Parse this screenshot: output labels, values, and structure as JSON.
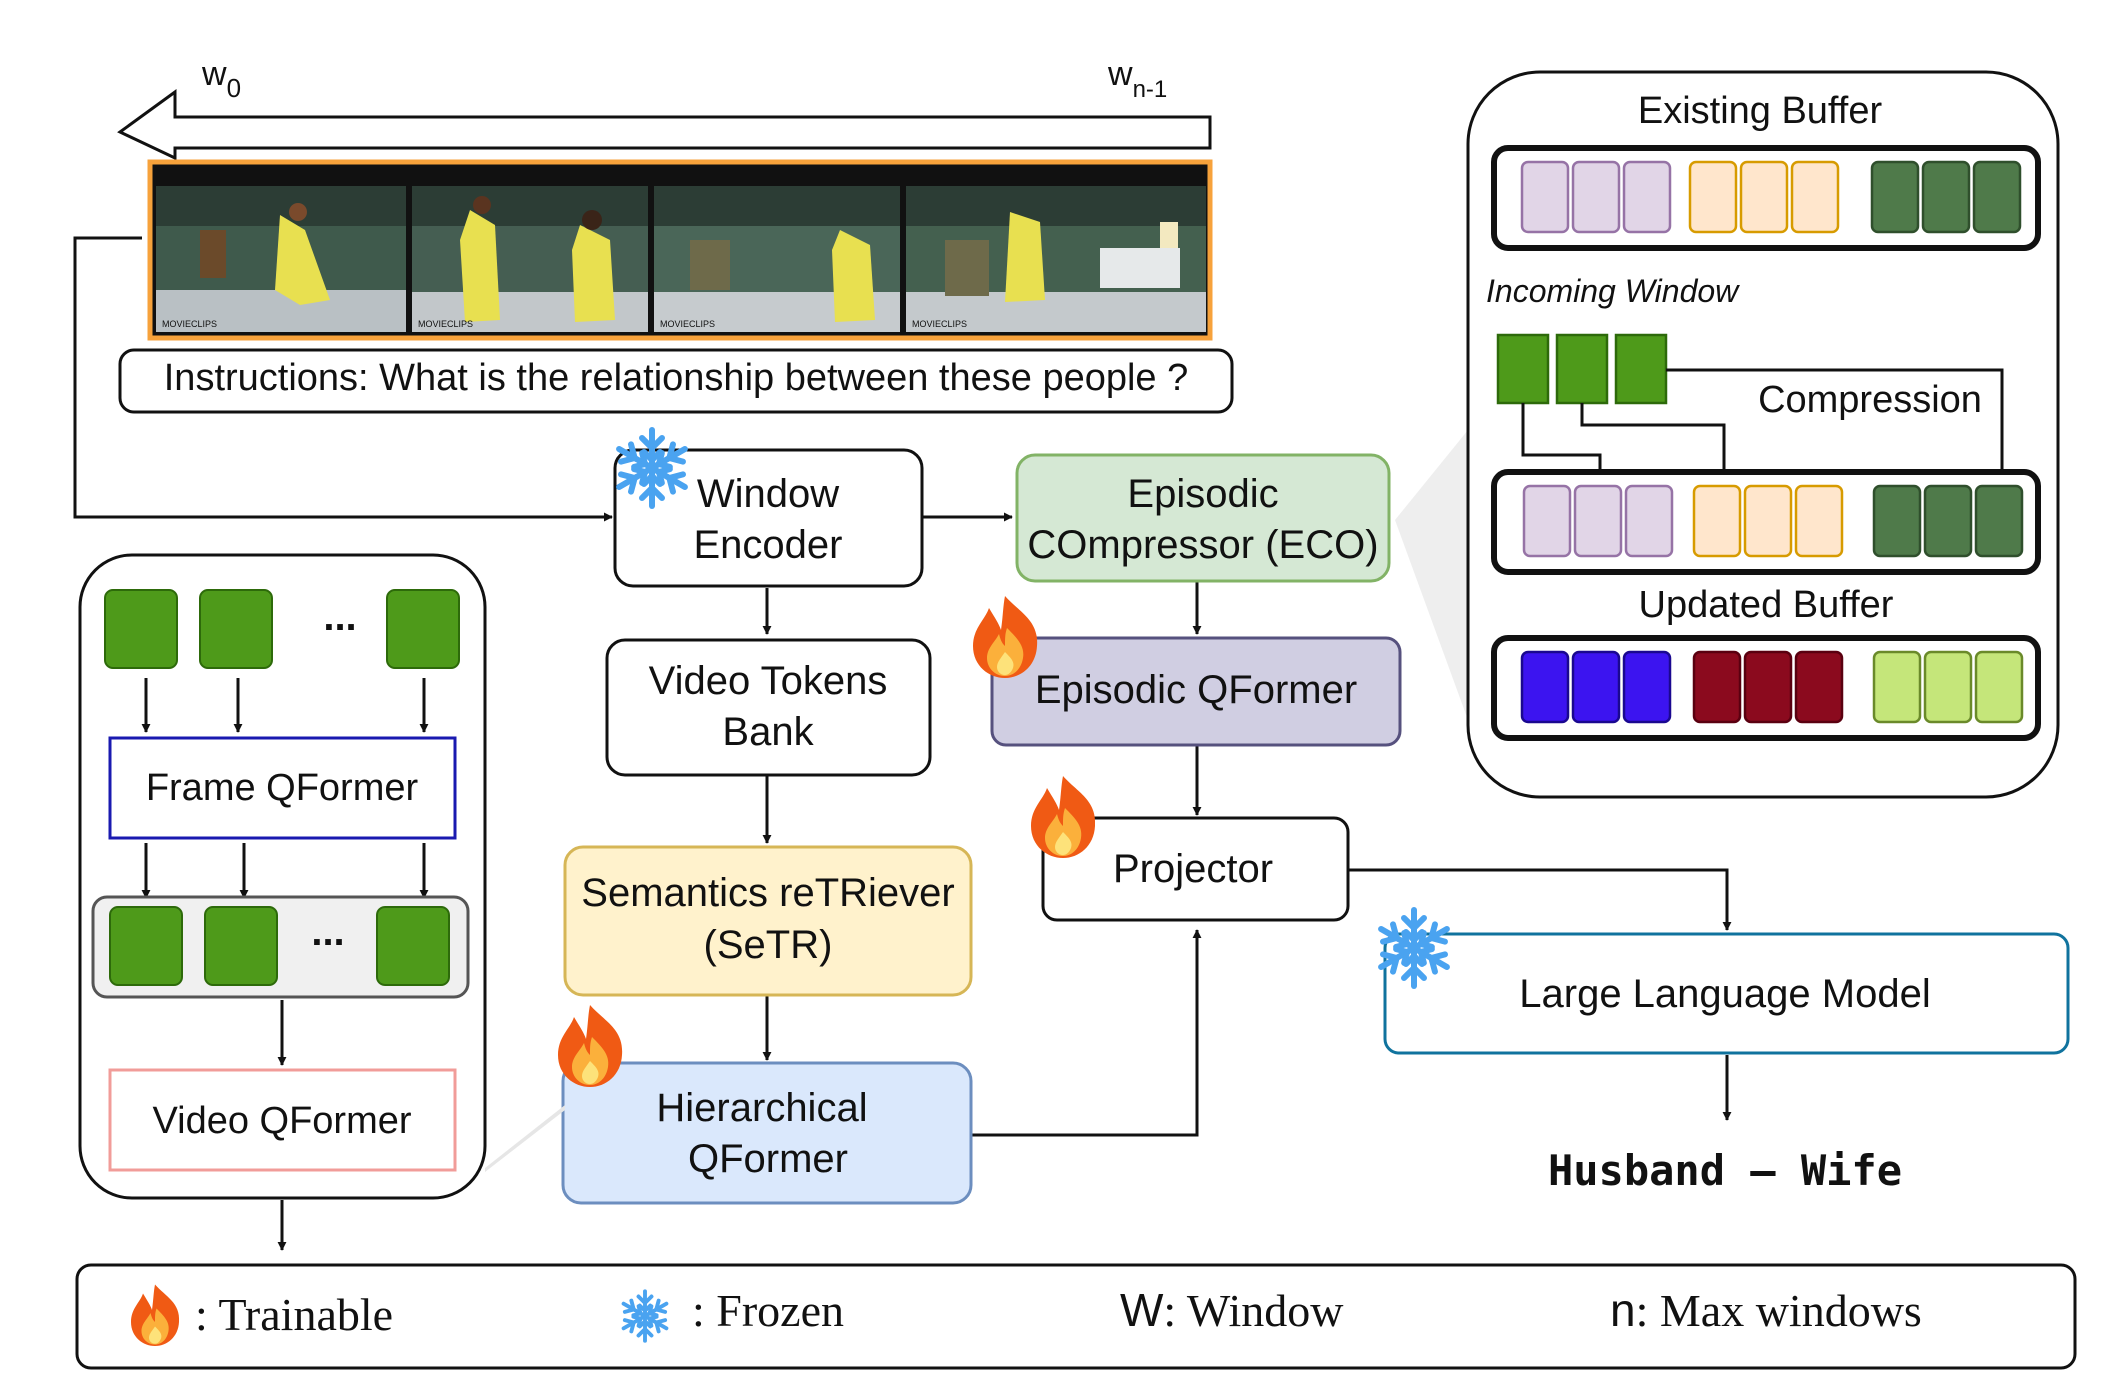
{
  "colors": {
    "frame_border": "#f7a23b",
    "green_token": "#4e9a1a",
    "purple_light": "#e1d5e7",
    "purple_light_border": "#9673a6",
    "orange_light": "#ffe6cc",
    "orange_light_border": "#d79b00",
    "dark_green": "#4f7a4a",
    "blue_vivid": "#3c14f0",
    "dark_red": "#8b0a1e",
    "lime": "#c5e67a",
    "eco_fill": "#d5e8d4",
    "eco_border": "#82b366",
    "episodic_qformer_fill": "#d0cee2",
    "episodic_qformer_border": "#56517e",
    "setr_fill": "#fff2cc",
    "setr_border": "#d6b656",
    "hier_fill": "#dae8fc",
    "hier_border": "#6c8ebf",
    "llm_border": "#10739e",
    "frame_qformer_border": "#1a1ab0",
    "video_qformer_border": "#f19c99",
    "snowflake": "#4aa3f0",
    "fire": "#f05a14"
  },
  "window_labels": {
    "w0_main": "w",
    "w0_sub": "0",
    "wn_main": "w",
    "wn_sub": "n-1"
  },
  "video_frames": {
    "watermark": "MOVIECLIPS"
  },
  "instructions": "Instructions: What is the relationship between these people ?",
  "blocks": {
    "window_encoder": [
      "Window",
      "Encoder"
    ],
    "eco": [
      "Episodic",
      "COmpressor (ECO)"
    ],
    "video_tokens_bank": [
      "Video Tokens",
      "Bank"
    ],
    "episodic_qformer": "Episodic QFormer",
    "setr": [
      "Semantics reTRiever",
      "(SeTR)"
    ],
    "projector": "Projector",
    "hierarchical_qformer": [
      "Hierarchical",
      "QFormer"
    ],
    "llm": "Large Language Model",
    "output": "Husband – Wife"
  },
  "left_panel": {
    "ellipsis": "...",
    "frame_qformer": "Frame QFormer",
    "video_qformer": "Video QFormer"
  },
  "buffer_panel": {
    "existing": "Existing Buffer",
    "incoming": "Incoming Window",
    "compression": "Compression",
    "updated": "Updated Buffer"
  },
  "legend": {
    "trainable": ": Trainable",
    "frozen": ": Frozen",
    "window_key": "W",
    "window_text": ": Window",
    "max_key": "n",
    "max_text": ": Max windows"
  },
  "icons": [
    "fire-icon",
    "snowflake-icon",
    "arrow-icon"
  ]
}
